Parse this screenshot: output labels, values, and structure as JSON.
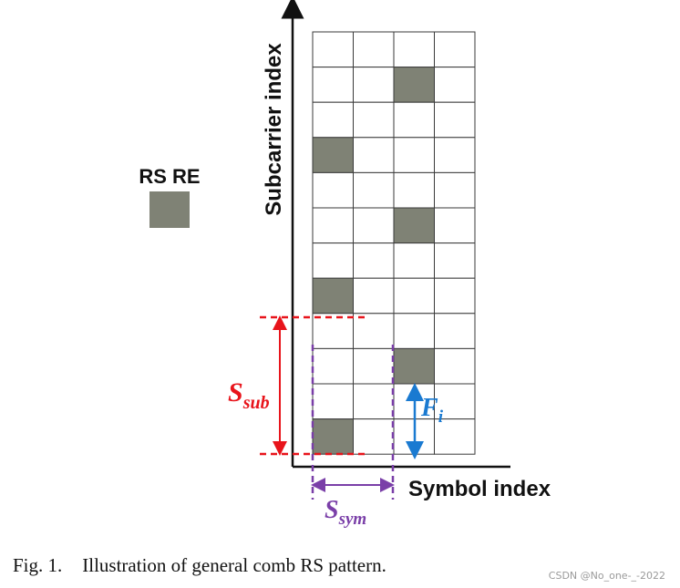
{
  "legend": {
    "label": "RS RE",
    "color": "#7f8275"
  },
  "axes": {
    "y_label": "Subcarrier index",
    "x_label": "Symbol index"
  },
  "grid": {
    "columns": 4,
    "rows": 12,
    "cell_fill": "#ffffff",
    "line_color": "#3a3a3a",
    "rs_cells": [
      {
        "col": 2,
        "row": 1
      },
      {
        "col": 0,
        "row": 3
      },
      {
        "col": 2,
        "row": 5
      },
      {
        "col": 0,
        "row": 7
      },
      {
        "col": 2,
        "row": 9
      },
      {
        "col": 0,
        "row": 11
      }
    ]
  },
  "annotations": {
    "s_sub": {
      "base": "S",
      "sub": "sub",
      "color": "#e8141b"
    },
    "s_sym": {
      "base": "S",
      "sub": "sym",
      "color": "#7a3fa8"
    },
    "f_i": {
      "base": "F",
      "sub": "i",
      "color": "#1a7ad1"
    }
  },
  "caption": {
    "fig": "Fig. 1.",
    "text": "Illustration of general comb RS pattern."
  },
  "watermark": "CSDN @No_one-_-2022"
}
